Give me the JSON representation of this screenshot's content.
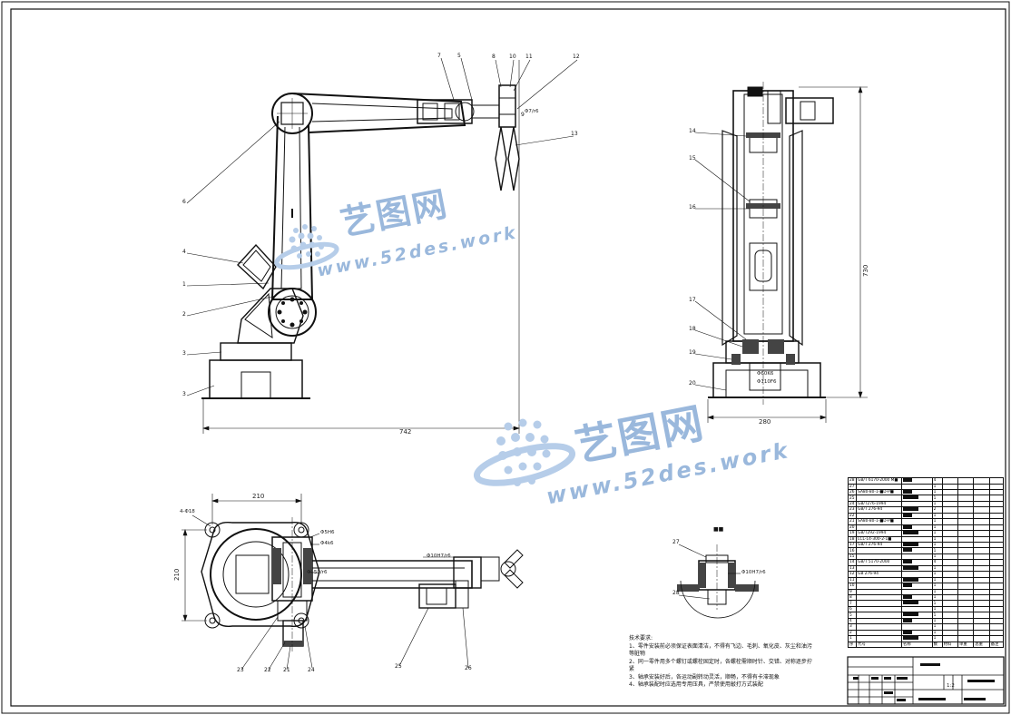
{
  "watermark": {
    "cn_text": "艺图网",
    "url_text": "www.52des.work",
    "color": "#9ab8dc"
  },
  "front_view": {
    "part_labels": [
      "7",
      "5",
      "8",
      "10",
      "11",
      "12",
      "9",
      "13",
      "6",
      "4",
      "1",
      "2",
      "3"
    ],
    "fit_label": "Φ7/r6",
    "overall_dim": "742"
  },
  "side_view": {
    "part_labels": [
      "14",
      "15",
      "16",
      "17",
      "18",
      "19",
      "20"
    ],
    "height_dim": "730",
    "base_dim": "280",
    "fit_labels": [
      "Φ60K6",
      "Φ110F6"
    ]
  },
  "top_view": {
    "part_labels": [
      "23",
      "22",
      "21",
      "24",
      "25",
      "26"
    ],
    "width_dim": "210",
    "height_dim": "210",
    "hole_label": "4-Φ18",
    "fit_labels": [
      "Φ5H6",
      "Φ4k6",
      "Φ150/r6",
      "Φ10H7/r6"
    ]
  },
  "detail_view": {
    "title": "■■",
    "part_labels": [
      "27",
      "28"
    ],
    "fit_label": "Φ10H7/r6"
  },
  "notes": {
    "title": "技术要求:",
    "items": [
      "1、零件安装前必须保证表面清洁，不得有飞边、毛刺、氧化皮、灰尘和油污等脏物",
      "2、同一零件用多个螺钉或螺栓固定时，各螺栓需顺时针、交错、对称逐步拧紧",
      "3、轴承安装好后，各运动副转动灵活，顺畅，不得有卡滞现象",
      "4、轴承装配时应选用专用压具，严禁使用敲打方式装配"
    ]
  },
  "bom": {
    "rows": [
      {
        "no": "28",
        "code": "GB/T 6170-2000 M■",
        "qty": "4"
      },
      {
        "no": "27",
        "code": "",
        "qty": "1"
      },
      {
        "no": "26",
        "code": "SA80-80-1-■D-P■",
        "qty": "1"
      },
      {
        "no": "25",
        "code": "",
        "qty": "1"
      },
      {
        "no": "24",
        "code": "GB/T276-1994",
        "qty": "1"
      },
      {
        "no": "23",
        "code": "GB/T 276-94",
        "qty": "2"
      },
      {
        "no": "22",
        "code": "",
        "qty": "1"
      },
      {
        "no": "21",
        "code": "SA80-80-1-■D-P■",
        "qty": "1"
      },
      {
        "no": "20",
        "code": "",
        "qty": "1"
      },
      {
        "no": "19",
        "code": "GB/T292-1994",
        "qty": "1"
      },
      {
        "no": "18",
        "code": "LCL-14-300-2-1■",
        "qty": "1"
      },
      {
        "no": "17",
        "code": "GB/T 276-94",
        "qty": "1"
      },
      {
        "no": "16",
        "code": "",
        "qty": "1"
      },
      {
        "no": "15",
        "code": "",
        "qty": "1"
      },
      {
        "no": "14",
        "code": "GB/T 5170-2000",
        "qty": "4"
      },
      {
        "no": "13",
        "code": "",
        "qty": "1"
      },
      {
        "no": "12",
        "code": "GB 276-94",
        "qty": "1"
      },
      {
        "no": "11",
        "code": "",
        "qty": "1"
      },
      {
        "no": "10",
        "code": "",
        "qty": "1"
      },
      {
        "no": "9",
        "code": "",
        "qty": "1"
      },
      {
        "no": "8",
        "code": "",
        "qty": "1"
      },
      {
        "no": "7",
        "code": "",
        "qty": "1"
      },
      {
        "no": "6",
        "code": "",
        "qty": "1"
      },
      {
        "no": "5",
        "code": "",
        "qty": "1"
      },
      {
        "no": "4",
        "code": "",
        "qty": "1"
      },
      {
        "no": "3",
        "code": "",
        "qty": "1"
      },
      {
        "no": "2",
        "code": "",
        "qty": "1"
      },
      {
        "no": "1",
        "code": "",
        "qty": "1"
      }
    ],
    "header": [
      "序",
      "代号",
      "名称",
      "数",
      "材料",
      "单重",
      "总重",
      "备注"
    ]
  },
  "title_block": {
    "scale": "1:2"
  }
}
